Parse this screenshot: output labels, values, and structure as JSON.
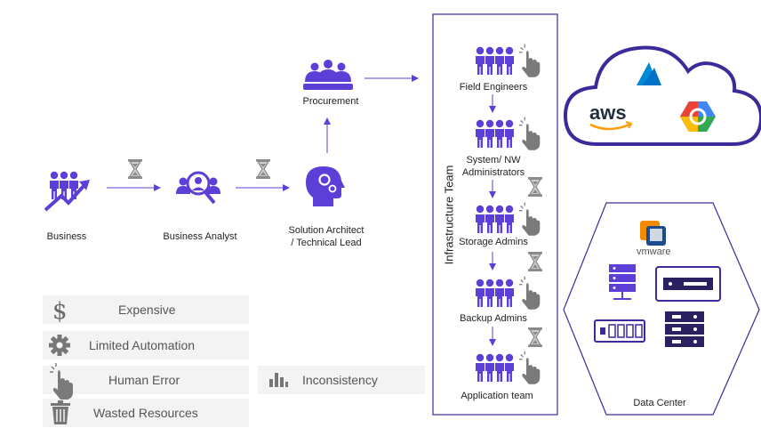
{
  "flow": {
    "business": "Business",
    "business_analyst": "Business Analyst",
    "solution_architect": [
      "Solution Architect",
      "/ Technical Lead"
    ],
    "procurement": "Procurement"
  },
  "infrastructure": {
    "title": "Infrastructure Team",
    "roles": [
      {
        "label": [
          "Field Engineers"
        ]
      },
      {
        "label": [
          "System/ NW",
          "Administrators"
        ]
      },
      {
        "label": [
          "Storage Admins"
        ]
      },
      {
        "label": [
          "Backup Admins"
        ]
      },
      {
        "label": [
          "Application team"
        ]
      }
    ]
  },
  "cloud": {
    "providers": [
      "aws"
    ],
    "logos": [
      "azure-logo",
      "aws-logo",
      "google-cloud-logo"
    ]
  },
  "datacenter": {
    "brand": "vmware",
    "label": "Data Center"
  },
  "issues": [
    {
      "label": "Expensive",
      "icon": "dollar-icon"
    },
    {
      "label": "Limited Automation",
      "icon": "gear-icon"
    },
    {
      "label": "Human Error",
      "icon": "touch-hand-icon"
    },
    {
      "label": "Wasted Resources",
      "icon": "trash-icon"
    },
    {
      "label": "Inconsistency",
      "icon": "bar-chart-icon"
    }
  ],
  "colors": {
    "accent": "#5b3fd6",
    "accent_dark": "#3d2a9a",
    "hand": "#7a7a7a",
    "hourglass": "#888888",
    "aws_orange": "#ff9900",
    "azure_blue": "#0089d6",
    "vmware_orange": "#f38b00"
  }
}
